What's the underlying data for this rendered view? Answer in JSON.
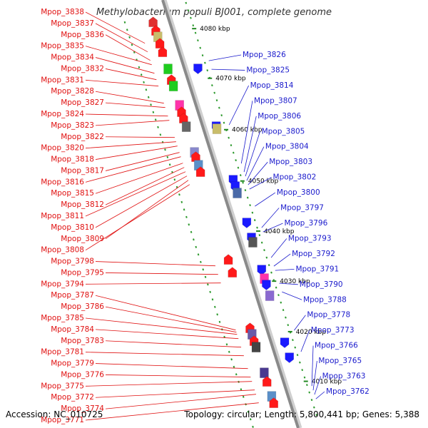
{
  "title": "Methylobacterium populi BJ001, complete genome",
  "accession": "Accession: NC_010725",
  "summary": "Topology: circular; Length: 5,800,441 bp; Genes: 5,388",
  "colors": {
    "left_label": "#e01010",
    "right_label": "#1a1acc",
    "backbone": "#8a8a8a",
    "tick_green": "#2e9a2e"
  },
  "kbp_marks": [
    {
      "label": "4080 kbp",
      "t": 0.082
    },
    {
      "label": "4070 kbp",
      "t": 0.198
    },
    {
      "label": "4060 kbp",
      "t": 0.318
    },
    {
      "label": "4050 kbp",
      "t": 0.438
    },
    {
      "label": "4040 kbp",
      "t": 0.555
    },
    {
      "label": "4030 kbp",
      "t": 0.672
    },
    {
      "label": "4020 kbp",
      "t": 0.79
    },
    {
      "label": "4010 kbp",
      "t": 0.906
    }
  ],
  "left_labels": [
    {
      "text": "Mpop_3838",
      "t": 0.08
    },
    {
      "text": "Mpop_3837",
      "t": 0.1
    },
    {
      "text": "Mpop_3836",
      "t": 0.12
    },
    {
      "text": "Mpop_3835",
      "t": 0.13
    },
    {
      "text": "Mpop_3834",
      "t": 0.15
    },
    {
      "text": "Mpop_3832",
      "t": 0.165
    },
    {
      "text": "Mpop_3831",
      "t": 0.18
    },
    {
      "text": "Mpop_3828",
      "t": 0.22
    },
    {
      "text": "Mpop_3827",
      "t": 0.23
    },
    {
      "text": "Mpop_3824",
      "t": 0.25
    },
    {
      "text": "Mpop_3823",
      "t": 0.26
    },
    {
      "text": "Mpop_3822",
      "t": 0.3
    },
    {
      "text": "Mpop_3820",
      "t": 0.31
    },
    {
      "text": "Mpop_3818",
      "t": 0.32
    },
    {
      "text": "Mpop_3817",
      "t": 0.335
    },
    {
      "text": "Mpop_3816",
      "t": 0.345
    },
    {
      "text": "Mpop_3815",
      "t": 0.36
    },
    {
      "text": "Mpop_3812",
      "t": 0.37
    },
    {
      "text": "Mpop_3811",
      "t": 0.38
    },
    {
      "text": "Mpop_3810",
      "t": 0.39
    },
    {
      "text": "Mpop_3809",
      "t": 0.4
    },
    {
      "text": "Mpop_3808",
      "t": 0.41
    },
    {
      "text": "Mpop_3798",
      "t": 0.6
    },
    {
      "text": "Mpop_3795",
      "t": 0.62
    },
    {
      "text": "Mpop_3794",
      "t": 0.64
    },
    {
      "text": "Mpop_3787",
      "t": 0.75
    },
    {
      "text": "Mpop_3786",
      "t": 0.755
    },
    {
      "text": "Mpop_3785",
      "t": 0.76
    },
    {
      "text": "Mpop_3784",
      "t": 0.77
    },
    {
      "text": "Mpop_3783",
      "t": 0.79
    },
    {
      "text": "Mpop_3781",
      "t": 0.81
    },
    {
      "text": "Mpop_3779",
      "t": 0.84
    },
    {
      "text": "Mpop_3776",
      "t": 0.86
    },
    {
      "text": "Mpop_3775",
      "t": 0.87
    },
    {
      "text": "Mpop_3772",
      "t": 0.89
    },
    {
      "text": "Mpop_3774",
      "t": 0.9
    },
    {
      "text": "Mpop_3771",
      "t": 0.92
    }
  ],
  "right_labels": [
    {
      "text": "Mpop_3826",
      "t": 0.16
    },
    {
      "text": "Mpop_3825",
      "t": 0.18
    },
    {
      "text": "Mpop_3814",
      "t": 0.31
    },
    {
      "text": "Mpop_3807",
      "t": 0.4
    },
    {
      "text": "Mpop_3806",
      "t": 0.42
    },
    {
      "text": "Mpop_3805",
      "t": 0.43
    },
    {
      "text": "Mpop_3804",
      "t": 0.44
    },
    {
      "text": "Mpop_3803",
      "t": 0.45
    },
    {
      "text": "Mpop_3802",
      "t": 0.46
    },
    {
      "text": "Mpop_3800",
      "t": 0.5
    },
    {
      "text": "Mpop_3797",
      "t": 0.55
    },
    {
      "text": "Mpop_3796",
      "t": 0.56
    },
    {
      "text": "Mpop_3793",
      "t": 0.62
    },
    {
      "text": "Mpop_3792",
      "t": 0.64
    },
    {
      "text": "Mpop_3791",
      "t": 0.65
    },
    {
      "text": "Mpop_3790",
      "t": 0.68
    },
    {
      "text": "Mpop_3788",
      "t": 0.7
    },
    {
      "text": "Mpop_3778",
      "t": 0.79
    },
    {
      "text": "Mpop_3773",
      "t": 0.84
    },
    {
      "text": "Mpop_3766",
      "t": 0.92
    },
    {
      "text": "Mpop_3765",
      "t": 0.93
    },
    {
      "text": "Mpop_3763",
      "t": 0.94
    },
    {
      "text": "Mpop_3762",
      "t": 0.95
    }
  ],
  "features": [
    {
      "t": 0.04,
      "side": "outer",
      "color": "#e03030",
      "dir": "up"
    },
    {
      "t": 0.06,
      "side": "outer",
      "color": "#ff1a1a",
      "dir": "up"
    },
    {
      "t": 0.075,
      "side": "outer",
      "color": "#c9bd6a",
      "dir": "none"
    },
    {
      "t": 0.09,
      "side": "outer",
      "color": "#ff1a1a",
      "dir": "up"
    },
    {
      "t": 0.11,
      "side": "outer",
      "color": "#ff1a1a",
      "dir": "up"
    },
    {
      "t": 0.15,
      "side": "outer",
      "color": "#1fcc1f",
      "dir": "none"
    },
    {
      "t": 0.175,
      "side": "outer",
      "color": "#ff1a1a",
      "dir": "up"
    },
    {
      "t": 0.19,
      "side": "outer",
      "color": "#1fcc1f",
      "dir": "none"
    },
    {
      "t": 0.235,
      "side": "outer",
      "color": "#ff33aa",
      "dir": "none"
    },
    {
      "t": 0.25,
      "side": "outer",
      "color": "#ff1a1a",
      "dir": "up"
    },
    {
      "t": 0.265,
      "side": "outer",
      "color": "#ff1a1a",
      "dir": "up"
    },
    {
      "t": 0.285,
      "side": "outer",
      "color": "#666666",
      "dir": "none"
    },
    {
      "t": 0.345,
      "side": "outer",
      "color": "#8888cc",
      "dir": "none"
    },
    {
      "t": 0.355,
      "side": "outer",
      "color": "#ff1a1a",
      "dir": "up"
    },
    {
      "t": 0.375,
      "side": "outer",
      "color": "#5a8fc8",
      "dir": "none"
    },
    {
      "t": 0.39,
      "side": "outer",
      "color": "#ff1a1a",
      "dir": "up"
    },
    {
      "t": 0.595,
      "side": "outer",
      "color": "#ff1a1a",
      "dir": "up"
    },
    {
      "t": 0.625,
      "side": "outer",
      "color": "#ff1a1a",
      "dir": "up"
    },
    {
      "t": 0.755,
      "side": "outer",
      "color": "#ff1a1a",
      "dir": "up"
    },
    {
      "t": 0.77,
      "side": "outer",
      "color": "#6a5aa8",
      "dir": "none"
    },
    {
      "t": 0.785,
      "side": "outer",
      "color": "#ff1a1a",
      "dir": "up"
    },
    {
      "t": 0.8,
      "side": "outer",
      "color": "#444444",
      "dir": "none"
    },
    {
      "t": 0.86,
      "side": "outer",
      "color": "#4a3a90",
      "dir": "none"
    },
    {
      "t": 0.88,
      "side": "outer",
      "color": "#ff1a1a",
      "dir": "up"
    },
    {
      "t": 0.915,
      "side": "outer",
      "color": "#5a8fc8",
      "dir": "none"
    },
    {
      "t": 0.93,
      "side": "outer",
      "color": "#ff1a1a",
      "dir": "up"
    },
    {
      "t": 0.17,
      "side": "inner",
      "color": "#1a1aff",
      "dir": "down"
    },
    {
      "t": 0.305,
      "side": "inner",
      "color": "#1a1aff",
      "dir": "down"
    },
    {
      "t": 0.31,
      "side": "inner",
      "color": "#c9bd6a",
      "dir": "none"
    },
    {
      "t": 0.43,
      "side": "inner",
      "color": "#1a1aff",
      "dir": "down"
    },
    {
      "t": 0.445,
      "side": "inner",
      "color": "#1a1aff",
      "dir": "down"
    },
    {
      "t": 0.46,
      "side": "inner",
      "color": "#4a6aa8",
      "dir": "none"
    },
    {
      "t": 0.53,
      "side": "inner",
      "color": "#1a1aff",
      "dir": "down"
    },
    {
      "t": 0.565,
      "side": "inner",
      "color": "#1a1aff",
      "dir": "down"
    },
    {
      "t": 0.575,
      "side": "inner",
      "color": "#555555",
      "dir": "none"
    },
    {
      "t": 0.64,
      "side": "inner",
      "color": "#1a1aff",
      "dir": "down"
    },
    {
      "t": 0.66,
      "side": "inner",
      "color": "#ff33aa",
      "dir": "none"
    },
    {
      "t": 0.675,
      "side": "inner",
      "color": "#1a1aff",
      "dir": "down"
    },
    {
      "t": 0.7,
      "side": "inner",
      "color": "#8a6ad0",
      "dir": "none"
    },
    {
      "t": 0.81,
      "side": "inner",
      "color": "#1a1aff",
      "dir": "down"
    },
    {
      "t": 0.845,
      "side": "inner",
      "color": "#1a1aff",
      "dir": "down"
    }
  ]
}
